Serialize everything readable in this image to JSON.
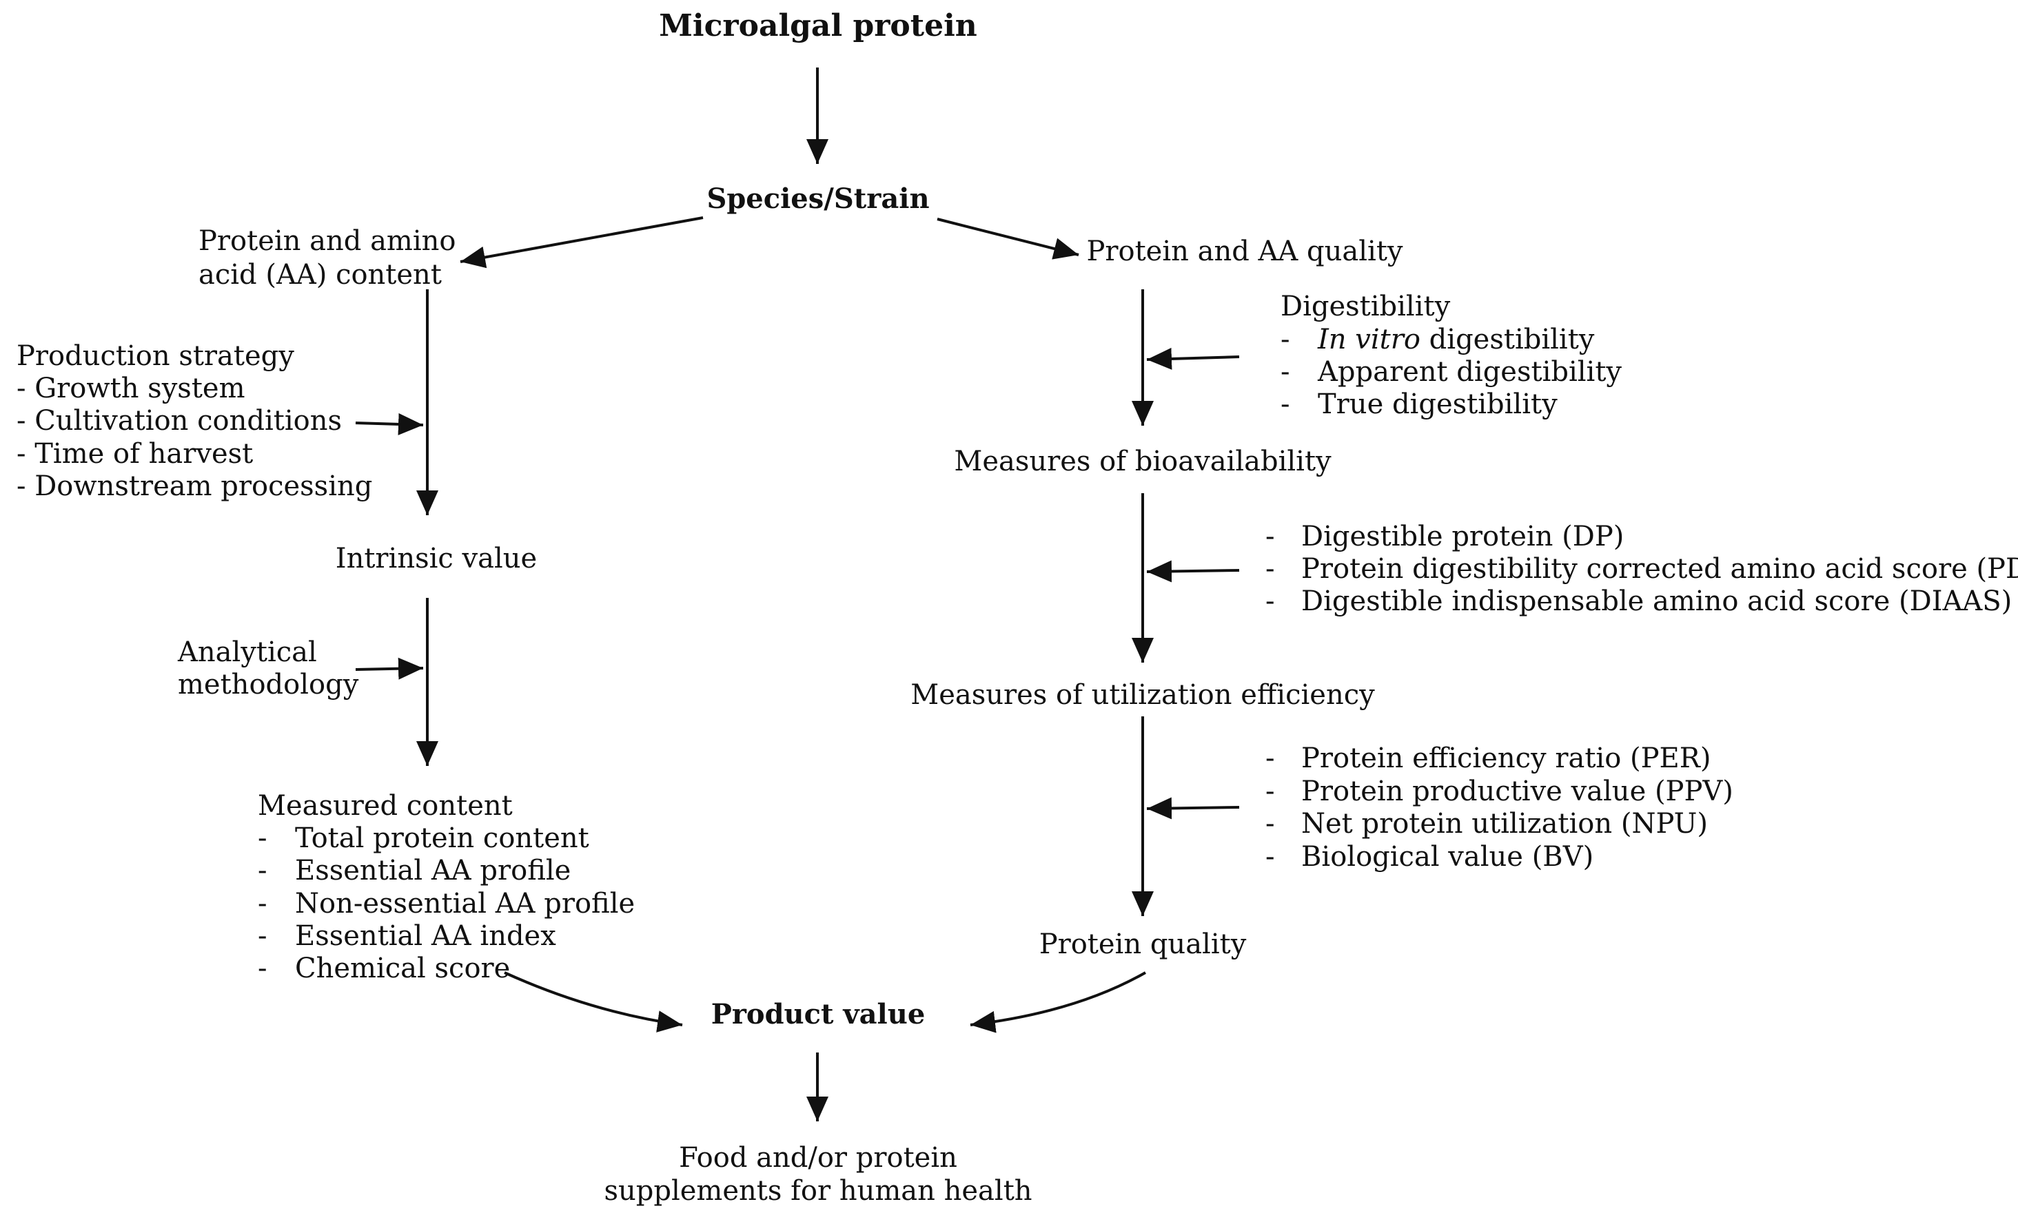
{
  "nodes": {
    "microalgal_protein": "Microalgal protein",
    "species_strain": "Species/Strain",
    "protein_aa_content": [
      "Protein and amino",
      "acid (AA) content"
    ],
    "production_strategy": {
      "title": "Production strategy",
      "items": [
        "- Growth system",
        "- Cultivation conditions",
        "- Time of harvest",
        "- Downstream processing"
      ]
    },
    "intrinsic_value": "Intrinsic value",
    "analytical_methodology": [
      "Analytical",
      "methodology"
    ],
    "measured_content": {
      "title": "Measured content",
      "items": [
        "Total protein content",
        "Essential AA profile",
        "Non-essential AA profile",
        "Essential AA index",
        "Chemical score"
      ]
    },
    "protein_aa_quality": "Protein and AA quality",
    "digestibility": {
      "title": "Digestibility",
      "items_prefix_italic": "In vitro",
      "items": [
        " digestibility",
        "Apparent digestibility",
        "True digestibility"
      ]
    },
    "measures_bioavailability": "Measures of bioavailability",
    "bioavailability_items": [
      "Digestible protein (DP)",
      "Protein digestibility corrected amino acid score (PDCAAS)",
      "Digestible indispensable amino acid score (DIAAS)"
    ],
    "measures_utilization": "Measures of utilization efficiency",
    "utilization_items": [
      "Protein efficiency ratio (PER)",
      "Protein productive value (PPV)",
      "Net protein utilization (NPU)",
      "Biological value (BV)"
    ],
    "protein_quality": "Protein quality",
    "product_value": "Product value",
    "food_supplements": [
      "Food and/or protein",
      "supplements for human health"
    ],
    "bullet": "-"
  }
}
